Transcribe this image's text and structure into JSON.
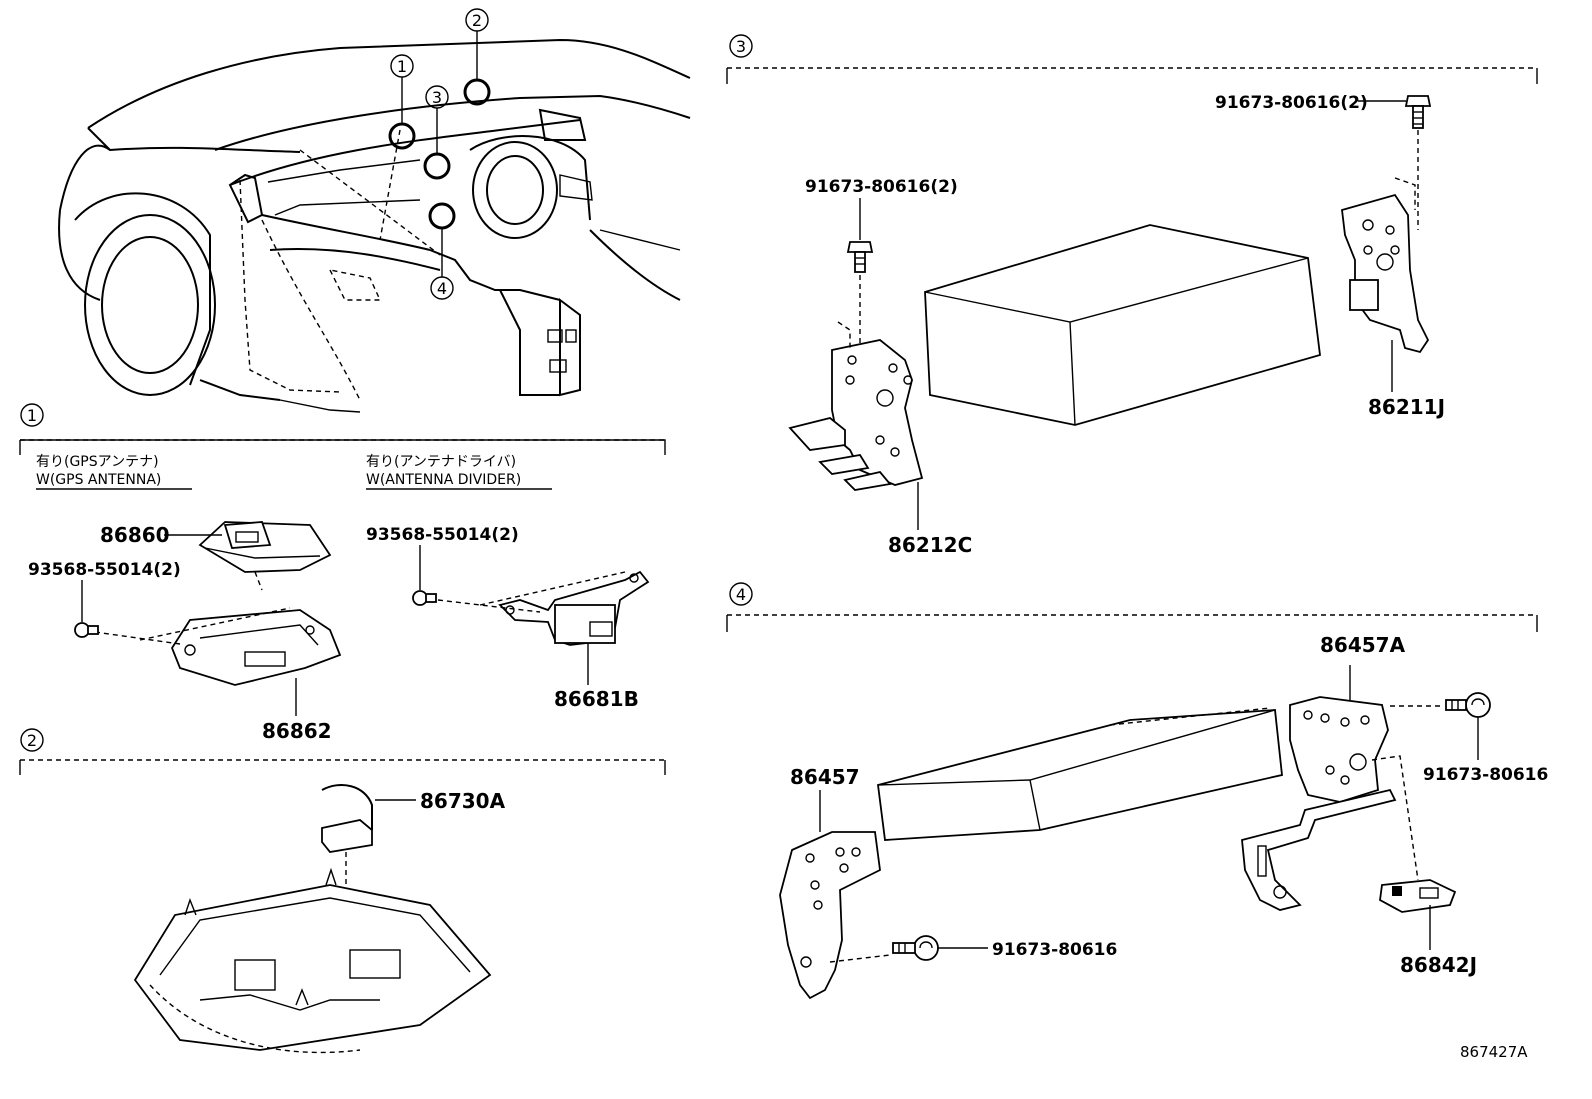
{
  "sections": [
    {
      "id": "1",
      "circle_label": "1"
    },
    {
      "id": "2",
      "circle_label": "2"
    },
    {
      "id": "3",
      "circle_label": "3"
    },
    {
      "id": "4",
      "circle_label": "4"
    }
  ],
  "overview": {
    "callouts": [
      "1",
      "2",
      "3",
      "4"
    ]
  },
  "section1": {
    "variant_left": {
      "line1": "有り(GPSアンテナ)",
      "line2": "W(GPS ANTENNA)"
    },
    "variant_right": {
      "line1": "有り(アンテナドライバ)",
      "line2": "W(ANTENNA DIVIDER)"
    },
    "parts": {
      "p86860": "86860",
      "p93568_left": "93568-55014(2)",
      "p86862": "86862",
      "p93568_right": "93568-55014(2)",
      "p86681b": "86681B"
    }
  },
  "section2": {
    "parts": {
      "p86730a": "86730A"
    }
  },
  "section3": {
    "parts": {
      "p91673_top": "91673-80616(2)",
      "p91673_left": "91673-80616(2)",
      "p86211j": "86211J",
      "p86212c": "86212C"
    }
  },
  "section4": {
    "parts": {
      "p86457a": "86457A",
      "p86457": "86457",
      "p91673_right": "91673-80616",
      "p91673_bottom": "91673-80616",
      "p86842j": "86842J"
    }
  },
  "figure_id": "867427A"
}
